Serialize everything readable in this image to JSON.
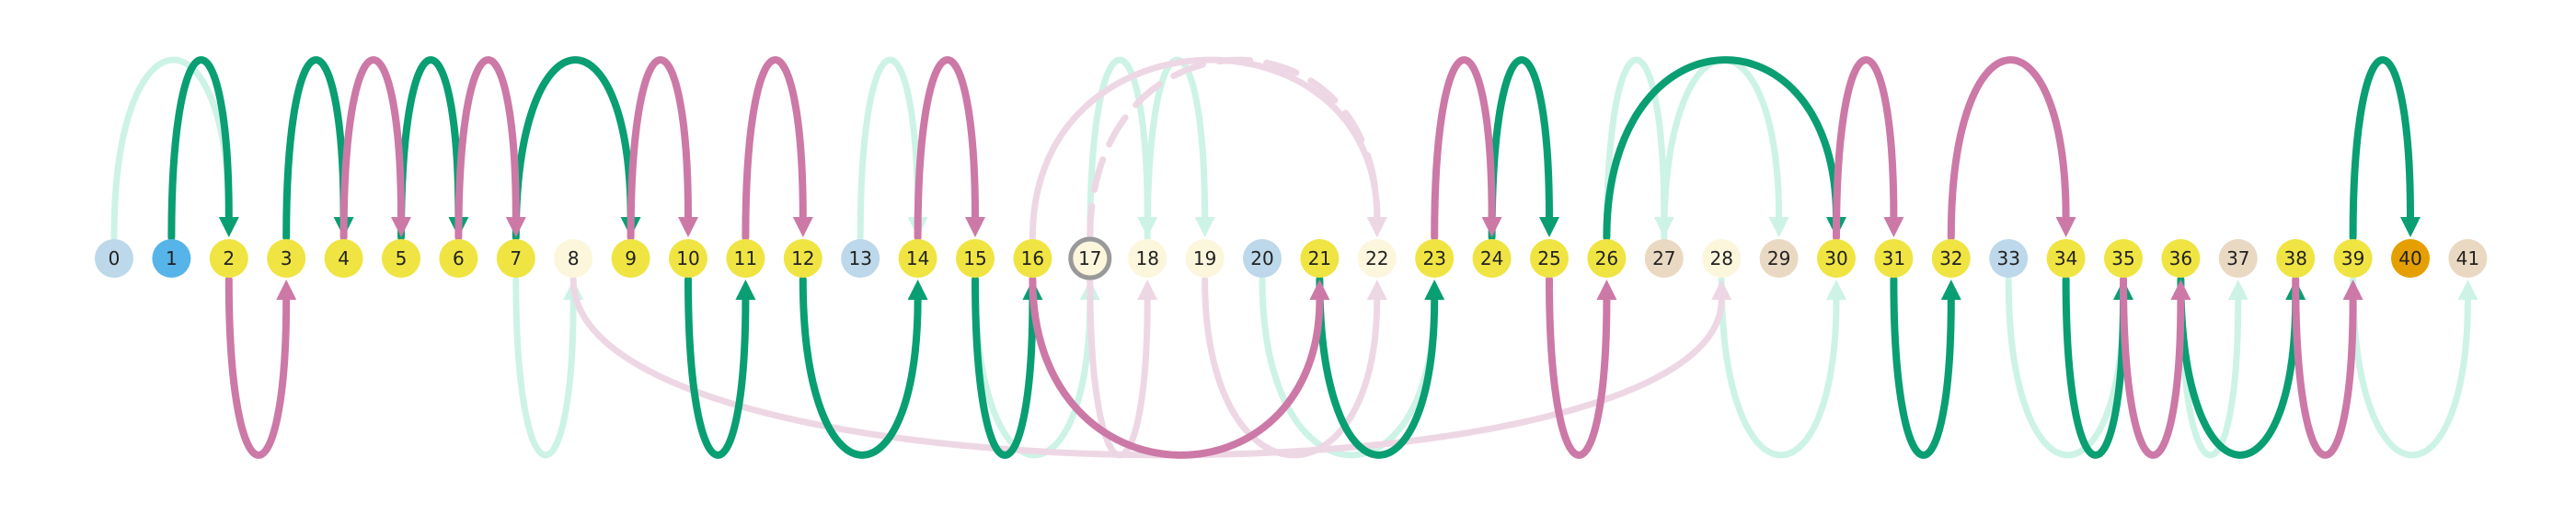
{
  "palette": {
    "green": "#0a9e73",
    "pink": "#cc79a7",
    "light_green": "#cdf3e6",
    "light_pink": "#eed7e4",
    "node_yellow": "#f0e442",
    "node_lightblue": "#bcd8ea",
    "node_blue": "#56b4e9",
    "node_cream": "#fbf6dc",
    "node_beige": "#ead9c2",
    "node_orange": "#e69f00",
    "ring_gray": "#999999"
  },
  "nodes": [
    {
      "label": "0",
      "fill": "lightblue"
    },
    {
      "label": "1",
      "fill": "blue"
    },
    {
      "label": "2",
      "fill": "yellow"
    },
    {
      "label": "3",
      "fill": "yellow"
    },
    {
      "label": "4",
      "fill": "yellow"
    },
    {
      "label": "5",
      "fill": "yellow"
    },
    {
      "label": "6",
      "fill": "yellow"
    },
    {
      "label": "7",
      "fill": "yellow"
    },
    {
      "label": "8",
      "fill": "cream"
    },
    {
      "label": "9",
      "fill": "yellow"
    },
    {
      "label": "10",
      "fill": "yellow"
    },
    {
      "label": "11",
      "fill": "yellow"
    },
    {
      "label": "12",
      "fill": "yellow"
    },
    {
      "label": "13",
      "fill": "lightblue"
    },
    {
      "label": "14",
      "fill": "yellow"
    },
    {
      "label": "15",
      "fill": "yellow"
    },
    {
      "label": "16",
      "fill": "yellow"
    },
    {
      "label": "17",
      "fill": "cream",
      "ring": true
    },
    {
      "label": "18",
      "fill": "cream"
    },
    {
      "label": "19",
      "fill": "cream"
    },
    {
      "label": "20",
      "fill": "lightblue"
    },
    {
      "label": "21",
      "fill": "yellow"
    },
    {
      "label": "22",
      "fill": "cream"
    },
    {
      "label": "23",
      "fill": "yellow"
    },
    {
      "label": "24",
      "fill": "yellow"
    },
    {
      "label": "25",
      "fill": "yellow"
    },
    {
      "label": "26",
      "fill": "yellow"
    },
    {
      "label": "27",
      "fill": "beige"
    },
    {
      "label": "28",
      "fill": "cream"
    },
    {
      "label": "29",
      "fill": "beige"
    },
    {
      "label": "30",
      "fill": "yellow"
    },
    {
      "label": "31",
      "fill": "yellow"
    },
    {
      "label": "32",
      "fill": "yellow"
    },
    {
      "label": "33",
      "fill": "lightblue"
    },
    {
      "label": "34",
      "fill": "yellow"
    },
    {
      "label": "35",
      "fill": "yellow"
    },
    {
      "label": "36",
      "fill": "yellow"
    },
    {
      "label": "37",
      "fill": "beige"
    },
    {
      "label": "38",
      "fill": "yellow"
    },
    {
      "label": "39",
      "fill": "yellow"
    },
    {
      "label": "40",
      "fill": "orange"
    },
    {
      "label": "41",
      "fill": "beige"
    }
  ],
  "edges": [
    {
      "from": 0,
      "to": 2,
      "side": "above",
      "color": "light_green"
    },
    {
      "from": 1,
      "to": 2,
      "side": "above",
      "color": "green"
    },
    {
      "from": 2,
      "to": 3,
      "side": "below",
      "color": "pink"
    },
    {
      "from": 3,
      "to": 4,
      "side": "above",
      "color": "green"
    },
    {
      "from": 4,
      "to": 5,
      "side": "above",
      "color": "pink"
    },
    {
      "from": 5,
      "to": 6,
      "side": "above",
      "color": "green"
    },
    {
      "from": 6,
      "to": 7,
      "side": "above",
      "color": "pink"
    },
    {
      "from": 7,
      "to": 9,
      "side": "above",
      "color": "green"
    },
    {
      "from": 7,
      "to": 8,
      "side": "below",
      "color": "light_green"
    },
    {
      "from": 9,
      "to": 10,
      "side": "above",
      "color": "pink"
    },
    {
      "from": 10,
      "to": 11,
      "side": "below",
      "color": "green"
    },
    {
      "from": 11,
      "to": 12,
      "side": "above",
      "color": "pink"
    },
    {
      "from": 12,
      "to": 14,
      "side": "below",
      "color": "green"
    },
    {
      "from": 13,
      "to": 14,
      "side": "above",
      "color": "light_green"
    },
    {
      "from": 14,
      "to": 15,
      "side": "above",
      "color": "pink"
    },
    {
      "from": 15,
      "to": 16,
      "side": "below",
      "color": "green"
    },
    {
      "from": 15,
      "to": 17,
      "side": "below",
      "color": "light_green"
    },
    {
      "from": 16,
      "to": 21,
      "side": "below",
      "color": "pink"
    },
    {
      "from": 16,
      "to": 22,
      "side": "above",
      "color": "light_pink"
    },
    {
      "from": 17,
      "to": 22,
      "side": "above",
      "color": "light_pink",
      "dashed": true
    },
    {
      "from": 17,
      "to": 18,
      "side": "above",
      "color": "light_green"
    },
    {
      "from": 18,
      "to": 19,
      "side": "above",
      "color": "light_green"
    },
    {
      "from": 17,
      "to": 18,
      "side": "below",
      "color": "light_pink"
    },
    {
      "from": 19,
      "to": 22,
      "side": "below",
      "color": "light_pink"
    },
    {
      "from": 20,
      "to": 23,
      "side": "below",
      "color": "light_green"
    },
    {
      "from": 21,
      "to": 23,
      "side": "below",
      "color": "green"
    },
    {
      "from": 8,
      "to": 28,
      "side": "below",
      "color": "light_pink"
    },
    {
      "from": 23,
      "to": 24,
      "side": "above",
      "color": "pink"
    },
    {
      "from": 24,
      "to": 25,
      "side": "above",
      "color": "green"
    },
    {
      "from": 25,
      "to": 26,
      "side": "below",
      "color": "pink"
    },
    {
      "from": 26,
      "to": 30,
      "side": "above",
      "color": "green"
    },
    {
      "from": 26,
      "to": 27,
      "side": "above",
      "color": "light_green"
    },
    {
      "from": 27,
      "to": 29,
      "side": "above",
      "color": "light_green"
    },
    {
      "from": 28,
      "to": 30,
      "side": "below",
      "color": "light_green"
    },
    {
      "from": 30,
      "to": 31,
      "side": "above",
      "color": "pink"
    },
    {
      "from": 31,
      "to": 32,
      "side": "below",
      "color": "green"
    },
    {
      "from": 32,
      "to": 34,
      "side": "above",
      "color": "pink"
    },
    {
      "from": 33,
      "to": 35,
      "side": "below",
      "color": "light_green"
    },
    {
      "from": 34,
      "to": 35,
      "side": "below",
      "color": "green"
    },
    {
      "from": 35,
      "to": 36,
      "side": "below",
      "color": "pink"
    },
    {
      "from": 36,
      "to": 37,
      "side": "below",
      "color": "light_green"
    },
    {
      "from": 36,
      "to": 38,
      "side": "below",
      "color": "green"
    },
    {
      "from": 38,
      "to": 39,
      "side": "below",
      "color": "pink"
    },
    {
      "from": 39,
      "to": 40,
      "side": "above",
      "color": "green"
    },
    {
      "from": 39,
      "to": 41,
      "side": "below",
      "color": "light_green"
    }
  ]
}
